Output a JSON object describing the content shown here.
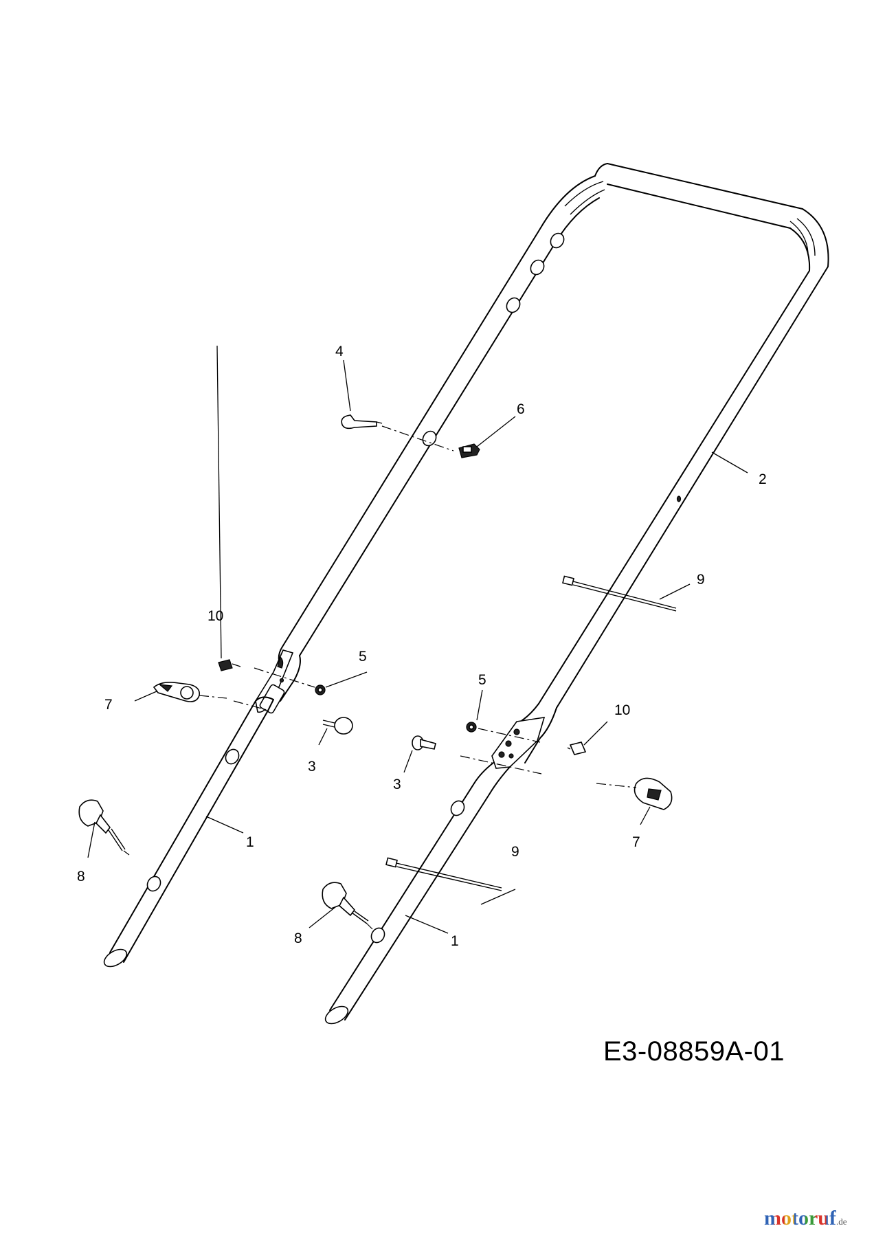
{
  "drawing_number": "E3-08859A-01",
  "watermark": {
    "text": "motoruf",
    "suffix": ".de"
  },
  "callouts": {
    "c1_lower_left": "1",
    "c1_lower_right": "1",
    "c2": "2",
    "c3_left": "3",
    "c3_right": "3",
    "c4": "4",
    "c5_left": "5",
    "c5_right": "5",
    "c6": "6",
    "c7_left": "7",
    "c7_right": "7",
    "c8_left": "8",
    "c8_right": "8",
    "c9_upper": "9",
    "c9_lower": "9",
    "c10_left": "10",
    "c10_right": "10"
  }
}
